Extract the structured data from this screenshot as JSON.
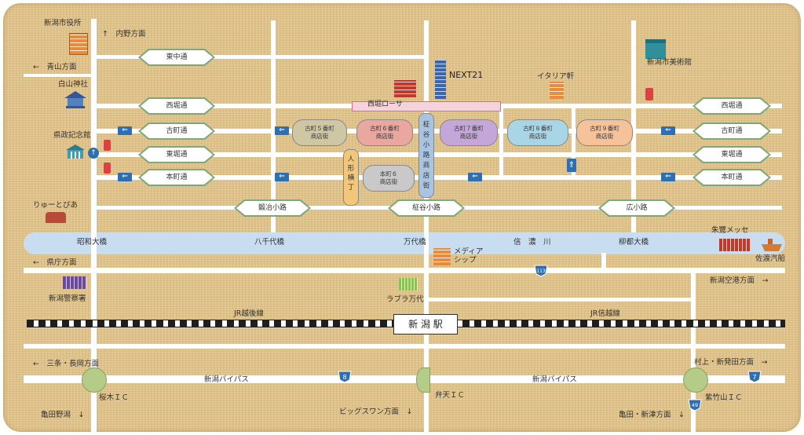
{
  "roads": {
    "higashinaka": "東中通",
    "nishibori_left": "西堀通",
    "nishibori_right": "西堀通",
    "furumachi_left": "古町通",
    "furumachi_right": "古町通",
    "higashibori_left": "東堀通",
    "higashibori_right": "東堀通",
    "honcho_left": "本町通",
    "honcho_right": "本町通",
    "kajiya_koji": "鍛冶小路",
    "kashiwa_koji": "柾谷小路",
    "hiro_koji": "広小路"
  },
  "directions": {
    "uchino": "↑　内野方面",
    "aoyama": "←　青山方面",
    "kencho": "←　県庁方面",
    "niigata_airport": "新潟空港方面　→",
    "sanjo_nagaoka": "←　三条・長岡方面",
    "murakami": "村上・新発田方面　→",
    "kameda": "亀田・新津方面　↓",
    "kameda_gata": "亀田野潟　↓",
    "big_swan": "ビッグスワン方面　↓"
  },
  "landmarks": {
    "city_hall": "新潟市役所",
    "hakusan_shrine": "白山神社",
    "kensei_kinenkan": "県政記念館",
    "ryutopia": "りゅーとぴあ",
    "police": "新潟警察署",
    "next21": "NEXT21",
    "nishibori_rosa": "西堀ローサ",
    "italia_ken": "イタリア軒",
    "art_museum": "新潟市美術館",
    "media_ship": "メディア\nシップ",
    "lovela": "ラブラ万代",
    "toki_messe": "朱鷺メッセ",
    "sado_kisen": "佐渡汽船",
    "station": "新 潟 駅"
  },
  "bridges": {
    "showa": "昭和大橋",
    "yachiyo": "八千代橋",
    "bandai": "万代橋",
    "river": "信　濃　川",
    "ryusei": "柳都大橋"
  },
  "shopping_streets": {
    "furumachi5": "古町５番町\n商店街",
    "furumachi6": "古町６番町\n商店街",
    "furumachi7": "古町７番町\n商店街",
    "furumachi8": "古町８番町\n商店街",
    "furumachi9": "古町９番町\n商店街",
    "honcho6": "本町６\n商店街",
    "ningyocho": "人\n形\n横\n丁",
    "kashiwa_shotengai": "柾\n谷\n小\n路\n商\n店\n街"
  },
  "rail": {
    "jr_left": "JR越後線",
    "jr_right": "JR信越線"
  },
  "bypass": {
    "left": "新潟バイパス",
    "right": "新潟バイパス",
    "sakuragi_ic": "桜木ＩＣ",
    "benten_ic": "弁天ＩＣ",
    "momoyama_ic": "紫竹山ＩＣ",
    "route113": "113",
    "route8": "8",
    "route7": "7",
    "route49": "49"
  },
  "colors": {
    "paper": "#e3c790",
    "river": "#c9ddf1",
    "road_tag_border": "#7fa878",
    "sign_blue": "#2e6fb2",
    "interchange": "#b5cc88",
    "shop5": "#cfc7a3",
    "shop6": "#e9a7a0",
    "shop7": "#c4a7d8",
    "shop8": "#a8d6e6",
    "shop9": "#f5c29a",
    "honcho6": "#c9c9c9",
    "ningyo": "#f2c77a",
    "kashiwa": "#a8c4e0"
  }
}
